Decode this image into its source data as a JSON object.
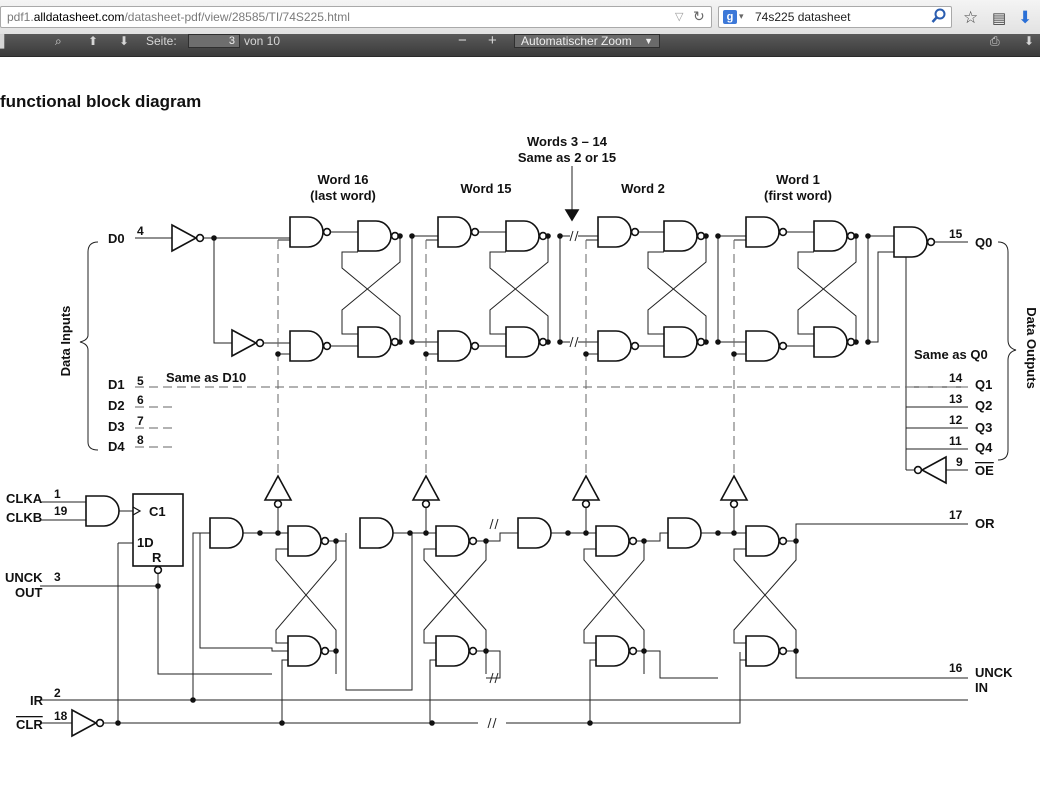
{
  "browser": {
    "url_prefix": "pdf1.",
    "url_domain": "alldatasheet.com",
    "url_path": "/datasheet-pdf/view/28585/TI/74S225.html",
    "search_engine_icon": "google-icon",
    "search_text": "74s225 datasheet"
  },
  "pdf_toolbar": {
    "page_label": "Seite:",
    "page_value": "3",
    "page_total": "von 10",
    "zoom_minus": "−",
    "zoom_plus": "+",
    "zoom_value": "Automatischer Zoom"
  },
  "diagram": {
    "heading": "functional block diagram",
    "words_note_line1": "Words 3 – 14",
    "words_note_line2": "Same as 2 or 15",
    "word16_line1": "Word 16",
    "word16_line2": "(last word)",
    "word15": "Word 15",
    "word2": "Word 2",
    "word1_line1": "Word 1",
    "word1_line2": "(first word)",
    "data_inputs": "Data Inputs",
    "data_outputs": "Data Outputs",
    "same_as_d10": "Same as D10",
    "same_as_q0": "Same as Q0",
    "inputs": [
      {
        "name": "D0",
        "pin": "4"
      },
      {
        "name": "D1",
        "pin": "5"
      },
      {
        "name": "D2",
        "pin": "6"
      },
      {
        "name": "D3",
        "pin": "7"
      },
      {
        "name": "D4",
        "pin": "8"
      }
    ],
    "outputs": [
      {
        "name": "Q0",
        "pin": "15"
      },
      {
        "name": "Q1",
        "pin": "14"
      },
      {
        "name": "Q2",
        "pin": "13"
      },
      {
        "name": "Q3",
        "pin": "12"
      },
      {
        "name": "Q4",
        "pin": "11"
      }
    ],
    "oe": {
      "name": "OE",
      "pin": "9"
    },
    "clka": {
      "name": "CLKA",
      "pin": "1"
    },
    "clkb": {
      "name": "CLKB",
      "pin": "19"
    },
    "unck_out": {
      "line1": "UNCK",
      "line2": "OUT",
      "pin": "3"
    },
    "ir": {
      "name": "IR",
      "pin": "2"
    },
    "clr": {
      "name": "CLR",
      "pin": "18"
    },
    "or": {
      "name": "OR",
      "pin": "17"
    },
    "unck_in": {
      "line1": "UNCK",
      "line2": "IN",
      "pin": "16"
    },
    "ff": {
      "c1": "C1",
      "d1": "1D",
      "r": "R"
    }
  }
}
